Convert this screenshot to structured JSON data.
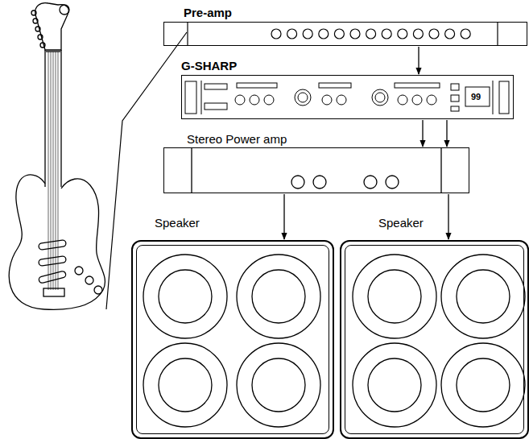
{
  "diagram": {
    "nodes": [
      {
        "text": [
          "Pre-amp"
        ]
      },
      {
        "text": [
          "G-SHARP"
        ]
      },
      {
        "text": [
          "Stereo Power amp"
        ]
      },
      {
        "text": [
          "Speaker"
        ]
      },
      {
        "text": [
          "Speaker"
        ]
      }
    ],
    "edges": [
      {
        "from": 0,
        "to": 1,
        "arrow": "to"
      },
      {
        "from": 1,
        "to": 2,
        "arrow": "to"
      },
      {
        "from": 1,
        "to": 2,
        "arrow": "to"
      },
      {
        "from": 2,
        "to": 3,
        "arrow": "to"
      },
      {
        "from": 2,
        "to": 4,
        "arrow": "to"
      }
    ],
    "labels": [
      "99"
    ]
  }
}
